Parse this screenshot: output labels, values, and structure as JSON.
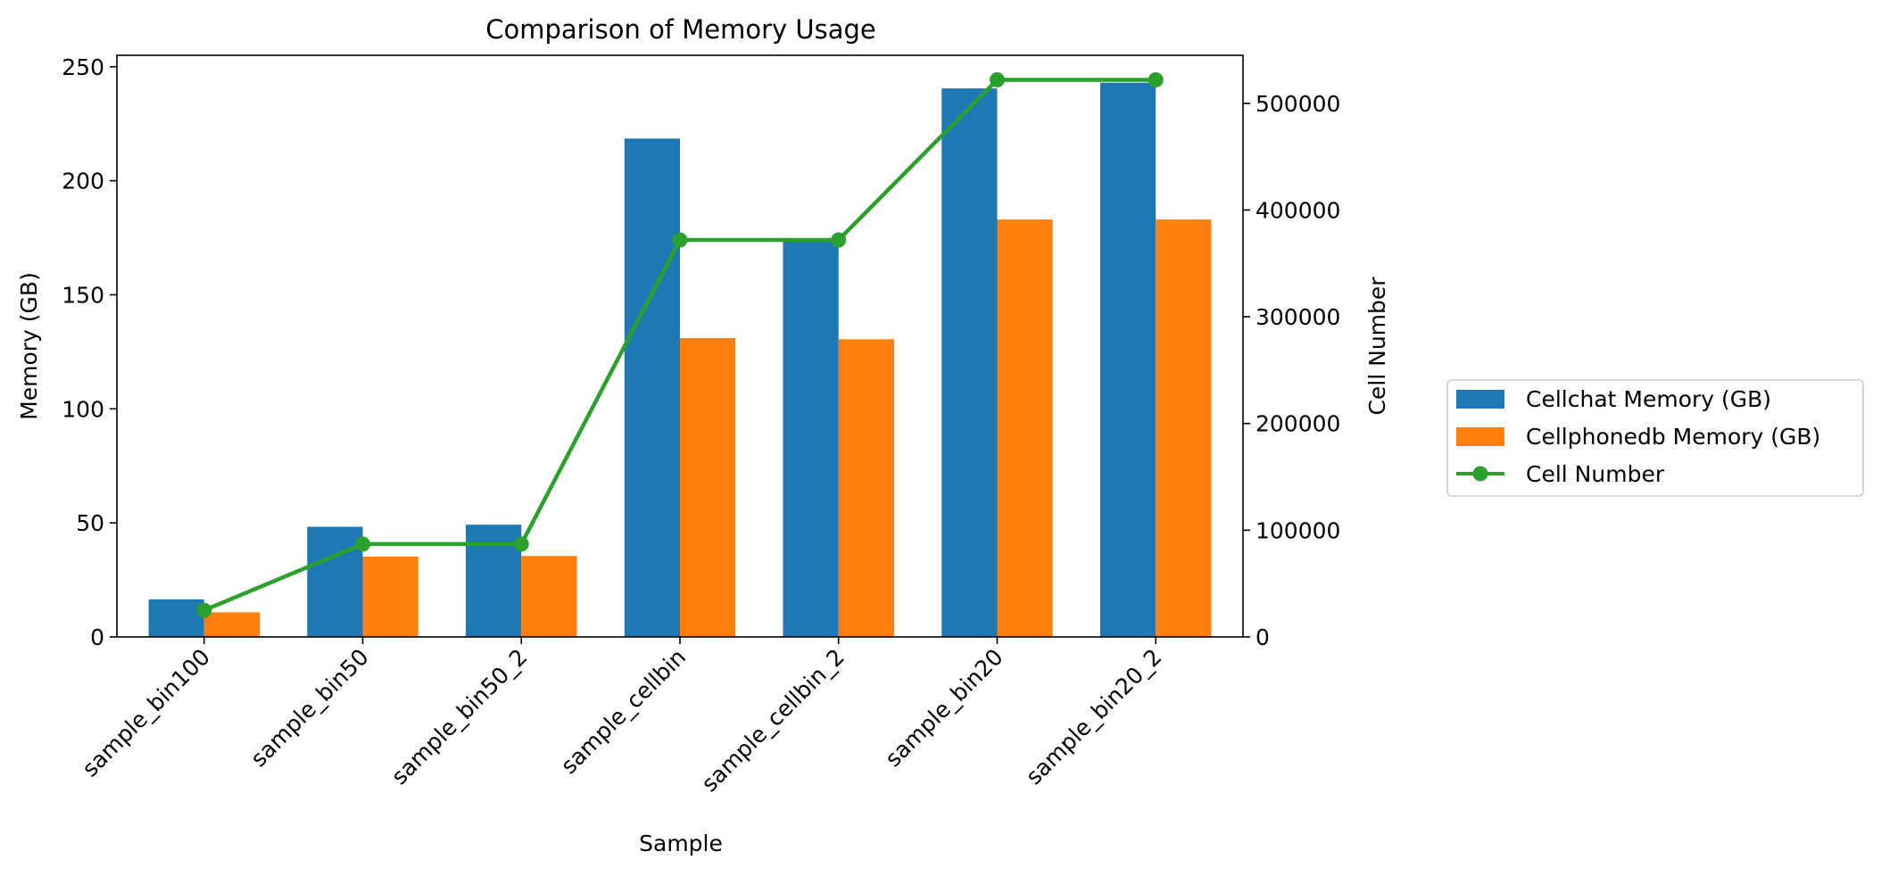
{
  "chart_data": {
    "type": "bar",
    "title": "Comparison of Memory Usage",
    "xlabel": "Sample",
    "ylabel": "Memory (GB)",
    "ylabel_right": "Cell Number",
    "categories": [
      "sample_bin100",
      "sample_bin50",
      "sample_bin50_2",
      "sample_cellbin",
      "sample_cellbin_2",
      "sample_bin20",
      "sample_bin20_2"
    ],
    "ylim": [
      0,
      255
    ],
    "ylim_right": [
      0,
      545000
    ],
    "yticks": [
      0,
      50,
      100,
      150,
      200,
      250
    ],
    "yticks_right": [
      0,
      100000,
      200000,
      300000,
      400000,
      500000
    ],
    "grid": false,
    "legend_position": "right",
    "series": [
      {
        "name": "Cellchat Memory (GB)",
        "type": "bar",
        "axis": "left",
        "color": "#1f77b4",
        "values": [
          16.5,
          48.3,
          49.2,
          218.5,
          174.0,
          240.5,
          243.0
        ]
      },
      {
        "name": "Cellphonedb Memory (GB)",
        "type": "bar",
        "axis": "left",
        "color": "#ff7f0e",
        "values": [
          10.8,
          35.2,
          35.5,
          131.0,
          130.5,
          183.0,
          183.0
        ]
      },
      {
        "name": "Cell Number",
        "type": "line",
        "axis": "right",
        "color": "#2ca02c",
        "values": [
          25000,
          87000,
          87000,
          372000,
          372000,
          522000,
          522000
        ]
      }
    ]
  }
}
